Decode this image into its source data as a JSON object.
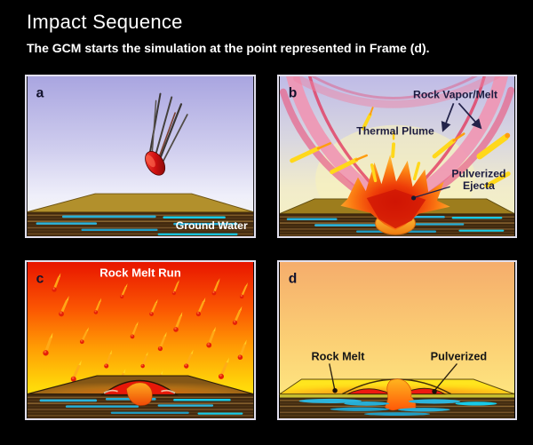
{
  "header": {
    "title": "Impact Sequence",
    "subtitle": "The GCM starts the simulation at the point represented in Frame (d)."
  },
  "panels": {
    "a": {
      "label": "a",
      "ground_water_label": "Ground Water"
    },
    "b": {
      "label": "b",
      "rock_vapor_melt_label": "Rock Vapor/Melt",
      "thermal_plume_label": "Thermal Plume",
      "pulverized_ejecta_label_line1": "Pulverized",
      "pulverized_ejecta_label_line2": "Ejecta"
    },
    "c": {
      "label": "c",
      "rock_melt_run_label": "Rock Melt Run"
    },
    "d": {
      "label": "d",
      "rock_melt_label": "Rock Melt",
      "pulverized_label": "Pulverized"
    }
  },
  "colors": {
    "background": "#000000",
    "title_text": "#ffffff",
    "panel_border": "#e2e0ee",
    "sky_lavender": "#aca8e0",
    "plume_pink": "#f095b2",
    "plume_red_edge": "#e23b60",
    "ejecta_yellow": "#ffd81a",
    "explosion_red": "#d01500",
    "melt_orange": "#ff9d0e",
    "melt_red": "#e81808",
    "ground_tan": "#b2902c",
    "ground_olive": "#9d7d1d",
    "ground_yellow_d": "#ffdf1c",
    "soil_brown": "#3f280e",
    "ground_water_cyan": "#2cb4dc",
    "sky_c_top_red": "#e81500",
    "sky_c_bottom_yellow": "#ffe614",
    "sky_d_top_peach": "#f5ad6c",
    "sky_d_bottom_yellow": "#ffee85",
    "annotation_dark": "#1c1c40"
  }
}
